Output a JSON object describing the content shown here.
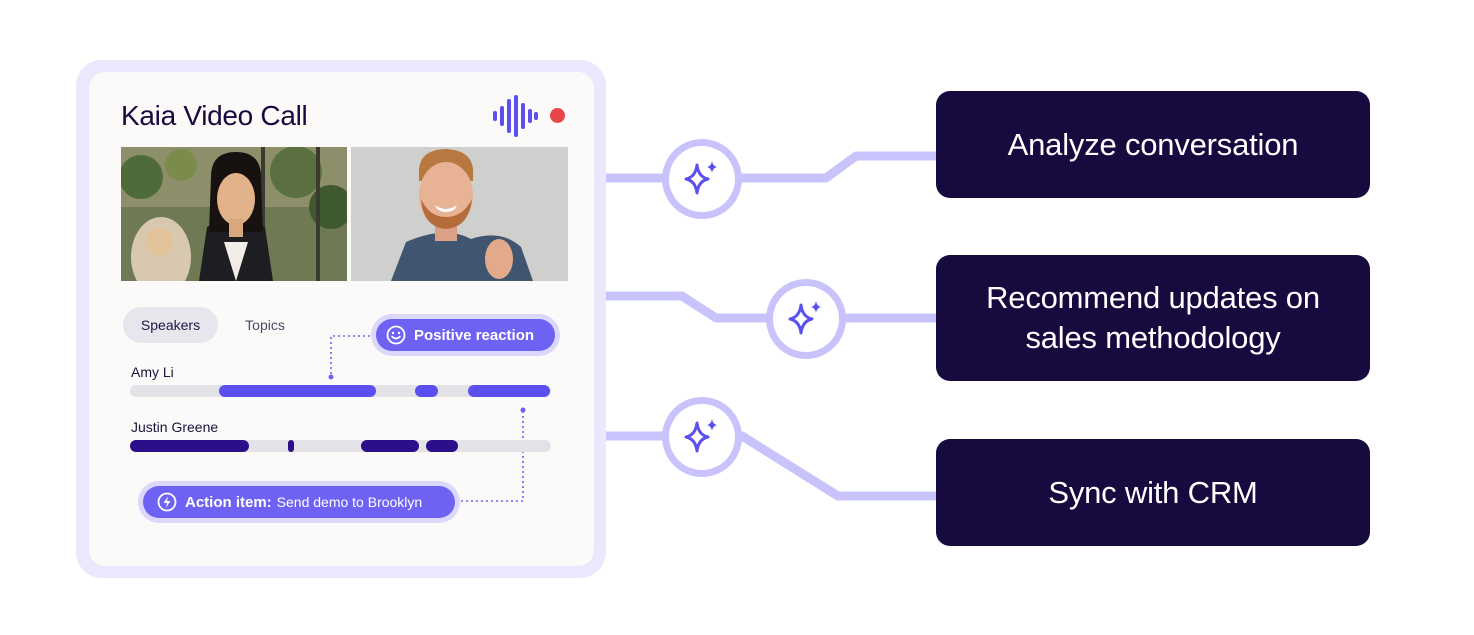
{
  "card": {
    "title": "Kaia Video Call",
    "icons": {
      "audio": "sound-wave-icon",
      "recording": "recording-dot"
    },
    "tabs": [
      {
        "label": "Speakers",
        "selected": true
      },
      {
        "label": "Topics",
        "selected": false
      }
    ],
    "speakers": [
      {
        "name": "Amy Li"
      },
      {
        "name": "Justin Greene"
      }
    ],
    "positive_reaction": {
      "label": "Positive reaction",
      "icon": "smiley-icon"
    },
    "action_item": {
      "label": "Action item:",
      "text": "Send demo to Brooklyn",
      "icon": "lightning-icon"
    }
  },
  "features": [
    {
      "label": "Analyze conversation",
      "icon": "sparkle-icon"
    },
    {
      "label": "Recommend updates on sales methodology",
      "icon": "sparkle-icon"
    },
    {
      "label": "Sync with CRM",
      "icon": "sparkle-icon"
    }
  ],
  "colors": {
    "navy": "#160a3f",
    "accent": "#5b4ff0",
    "accent_light": "#c8c3fb",
    "dark_bar": "#2c0d8a",
    "recording": "#e8464b"
  }
}
